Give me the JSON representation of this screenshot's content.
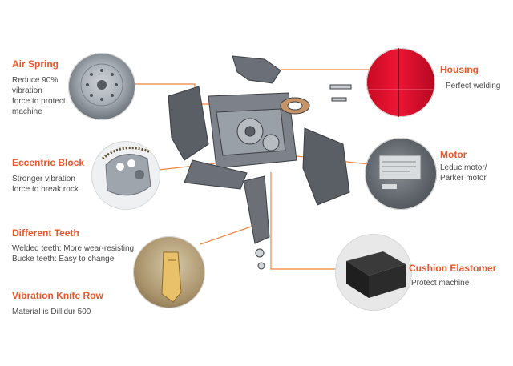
{
  "colors": {
    "accent": "#e8562a",
    "leader_line": "#f0853d",
    "text": "#4a4a4a",
    "steel": "#5c5f66",
    "steel_light": "#9aa0a8",
    "housing_red": "#e0102a"
  },
  "callouts": {
    "air_spring": {
      "title": "Air Spring",
      "desc": "Reduce 90%\nvibration\nforce to protect\nmachine"
    },
    "eccentric_block": {
      "title": "Eccentric Block",
      "desc": "Stronger vibration\nforce to break rock"
    },
    "different_teeth": {
      "title": "Different Teeth",
      "desc": "Welded teeth: More wear-resisting\nBucke teeth: Easy to change"
    },
    "vibration_knife_row": {
      "title": "Vibration Knife Row",
      "desc": "Material is Dillidur 500"
    },
    "housing": {
      "title": "Housing",
      "desc": "Perfect welding"
    },
    "motor": {
      "title": "Motor",
      "desc": "Leduc motor/\nParker motor"
    },
    "cushion_elastomer": {
      "title": "Cushion Elastomer",
      "desc": "Protect machine"
    }
  },
  "images": {
    "air_spring_photo": "air-spring-photo",
    "eccentric_block_photo": "eccentric-block-photo",
    "teeth_photo": "teeth-photo",
    "housing_photo": "housing-photo",
    "motor_photo": "motor-photo",
    "cushion_photo": "cushion-elastomer-photo",
    "assembly": "exploded-assembly-diagram"
  }
}
